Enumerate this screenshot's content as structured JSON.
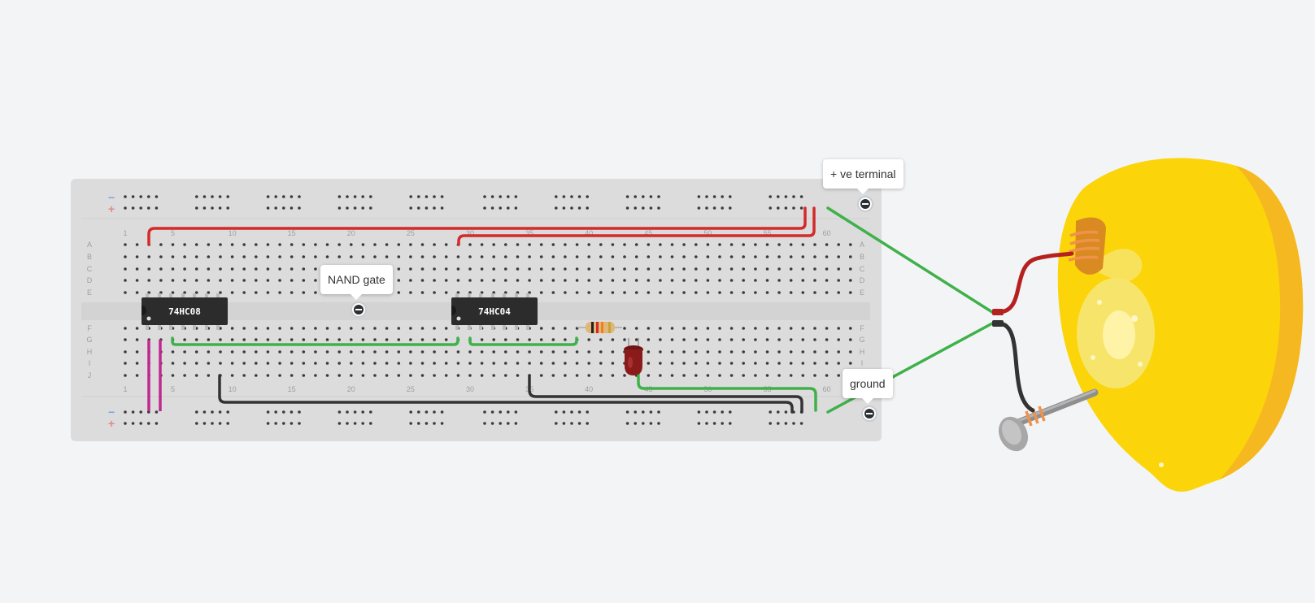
{
  "breadboard": {
    "columns": [
      "1",
      "5",
      "10",
      "15",
      "20",
      "25",
      "30",
      "35",
      "40",
      "45",
      "50",
      "55",
      "60"
    ],
    "rows_top": [
      "A",
      "B",
      "C",
      "D",
      "E"
    ],
    "rows_bottom": [
      "F",
      "G",
      "H",
      "I",
      "J"
    ],
    "rail_minus": "−",
    "rail_plus": "+"
  },
  "chips": [
    {
      "label": "74HC08"
    },
    {
      "label": "74HC04"
    }
  ],
  "notes": [
    {
      "text": "+ ve terminal"
    },
    {
      "text": "NAND gate"
    },
    {
      "text": "ground"
    }
  ],
  "colors": {
    "background": "#f3f4f6",
    "breadboard": "#dcdcdc",
    "wire_red": "#d42a2a",
    "wire_green": "#3fb14a",
    "wire_black": "#333333",
    "wire_magenta": "#c0288f",
    "lemon": "#fbd40a",
    "led": "#8b1a1a"
  },
  "components": [
    "lemon-battery",
    "copper-electrode",
    "zinc-nail",
    "resistor",
    "red-led"
  ]
}
